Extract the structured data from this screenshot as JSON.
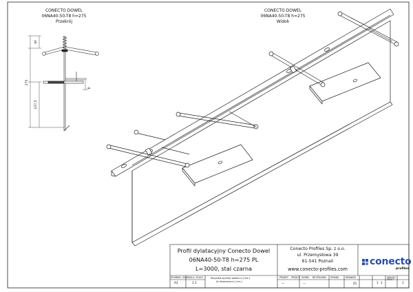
{
  "section_view": {
    "title": "CONECTO DOWEL",
    "model": "06NA40-50-T8  h=275",
    "label": "Przekrój",
    "dimensions": {
      "top_dim": "40",
      "height_dim": "275",
      "lower_dim": "137,5",
      "plate_dim": "8"
    }
  },
  "iso_view": {
    "title": "CONECTO DOWEL",
    "model": "06NA40-50-T8  h=275",
    "label": "Widok"
  },
  "title_block": {
    "description": [
      "Profil dylatacyjny Conecto Dowel",
      "06NA40-50-T8 h=275 PL",
      "L=3000, stal czarna"
    ],
    "company": [
      "Conecto Profiles Sp. z o.o.",
      "ul. Przemysłowa 39",
      "61-541 Poznań"
    ],
    "website": "www.conecto-profiles.com",
    "logo_text": "conecto",
    "logo_sub": "profiles",
    "sheet_size_label": "ROZMIAR / SIZE",
    "sheet_size": "A3",
    "scale_label": "SKALA / SCALE",
    "scale": "1:1",
    "note_pl": "Wszystkie wymiary podane w [ mm ]",
    "note_en": "All dimensions in [ mm ]",
    "rev_headers": [
      "PROJEKT",
      "PROJECT",
      "SUSBIE",
      "NR RYSUNKU",
      "ZMIANA",
      "DRAWING"
    ],
    "rev_values": [
      "—",
      "—",
      "01"
    ],
    "sheet_label": "ARKUSZ SHEET",
    "sheet_no": "1",
    "sheet_of": "1",
    "total": "1"
  }
}
